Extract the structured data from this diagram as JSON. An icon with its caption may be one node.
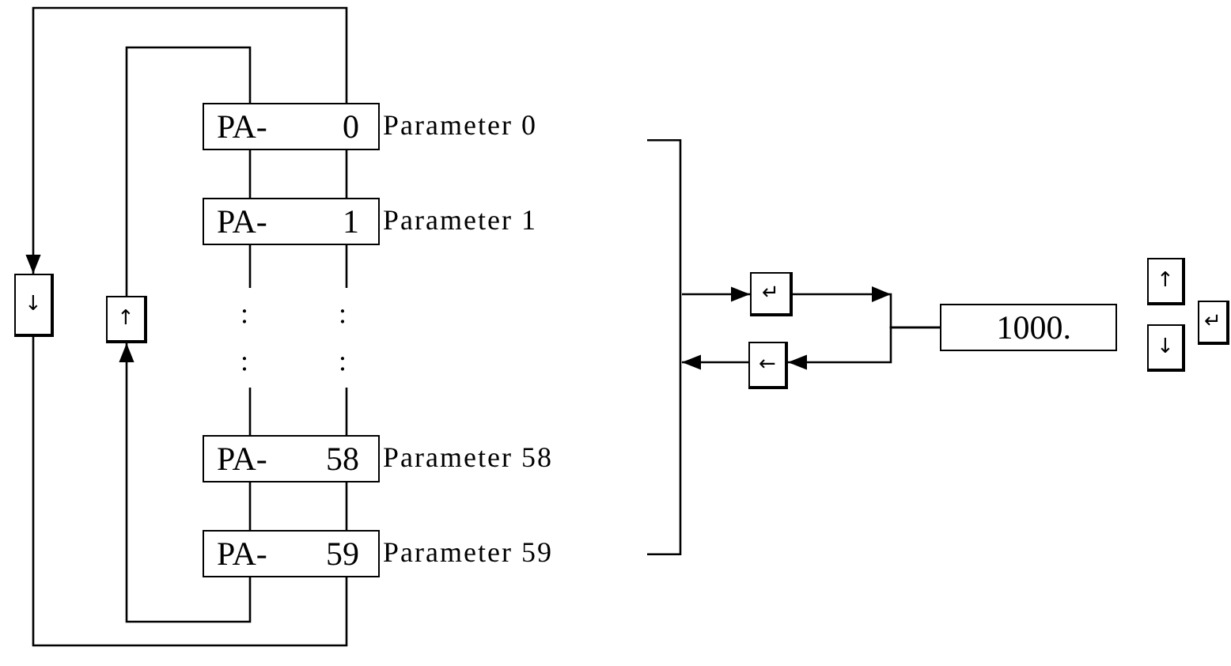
{
  "diagram": {
    "nodes": [
      {
        "text": [
          "PA-",
          "0"
        ],
        "beside": [
          "Parameter 0"
        ]
      },
      {
        "text": [
          "PA-",
          "1"
        ],
        "beside": [
          "Parameter 1"
        ]
      },
      {
        "text": [
          "PA-",
          "58"
        ],
        "beside": [
          "Parameter 58"
        ]
      },
      {
        "text": [
          "PA-",
          "59"
        ],
        "beside": [
          "Parameter 59"
        ]
      },
      {
        "text": [
          "↓"
        ]
      },
      {
        "text": [
          "↑"
        ]
      },
      {
        "text": [
          "↵"
        ]
      },
      {
        "text": [
          "←"
        ]
      },
      {
        "text": [
          "1000."
        ]
      },
      {
        "text": [
          "↑"
        ]
      },
      {
        "text": [
          "↓"
        ]
      },
      {
        "text": [
          "↵"
        ]
      },
      {
        "text": [],
        "shape": "bracket"
      }
    ],
    "edges": [
      {
        "from": 0,
        "to": 4,
        "arrow": "to"
      },
      {
        "from": 4,
        "to": 3,
        "arrow": "none"
      },
      {
        "from": 3,
        "to": 5,
        "arrow": "to"
      },
      {
        "from": 5,
        "to": 0,
        "arrow": "none"
      },
      {
        "from": 0,
        "to": 1,
        "arrow": "none"
      },
      {
        "from": 0,
        "to": 1,
        "arrow": "none"
      },
      {
        "from": 1,
        "to": null,
        "arrow": "none"
      },
      {
        "from": 1,
        "to": null,
        "arrow": "none"
      },
      {
        "from": null,
        "to": 2,
        "arrow": "none"
      },
      {
        "from": null,
        "to": 2,
        "arrow": "none"
      },
      {
        "from": 2,
        "to": 3,
        "arrow": "none"
      },
      {
        "from": 2,
        "to": 3,
        "arrow": "none"
      },
      {
        "from": 12,
        "to": 6,
        "arrow": "to"
      },
      {
        "from": 6,
        "to": 8,
        "arrow": "to"
      },
      {
        "from": 8,
        "to": 7,
        "arrow": "to"
      },
      {
        "from": 7,
        "to": 12,
        "arrow": "to"
      }
    ],
    "labels": [
      ":",
      ":",
      ":",
      ":"
    ]
  }
}
